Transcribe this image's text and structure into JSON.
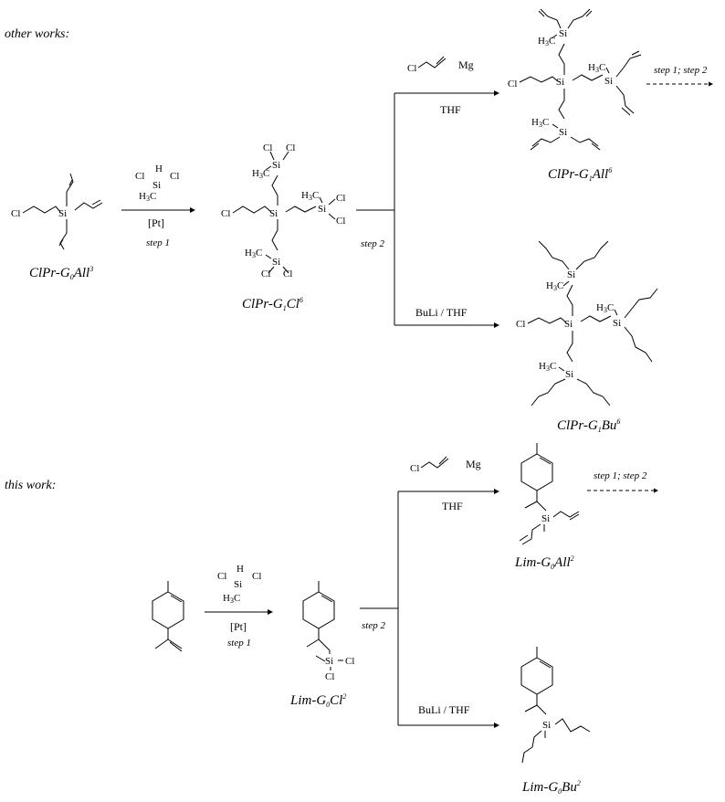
{
  "sections": {
    "other_works": "other works:",
    "this_work": "this work:"
  },
  "compounds": {
    "clpr_g0all3": {
      "main": "ClPr-G",
      "sub": "0",
      "tail": "All",
      "sup": "3"
    },
    "clpr_g1cl6": {
      "main": "ClPr-G",
      "sub": "1",
      "tail": "Cl",
      "sup": "6"
    },
    "clpr_g1all6": {
      "main": "ClPr-G",
      "sub": "1",
      "tail": "All",
      "sup": "6"
    },
    "clpr_g1bu6": {
      "main": "ClPr-G",
      "sub": "1",
      "tail": "Bu",
      "sup": "6"
    },
    "lim_g0all2": {
      "main": "Lim-G",
      "sub": "0",
      "tail": "All",
      "sup": "2"
    },
    "lim_g0cl2": {
      "main": "Lim-G",
      "sub": "0",
      "tail": "Cl",
      "sup": "2"
    },
    "lim_g0bu2": {
      "main": "Lim-G",
      "sub": "0",
      "tail": "Bu",
      "sup": "2"
    }
  },
  "reagents": {
    "silane_h": "H",
    "silane_si": "Si",
    "silane_cl": "Cl",
    "silane_h3c": "H",
    "silane_h3c_sub": "3",
    "silane_h3c_c": "C",
    "catalyst": "[Pt]",
    "step1": "step 1",
    "step2": "step 2",
    "allyl_cl": "Cl",
    "mg": "Mg",
    "thf": "THF",
    "buli_thf": "BuLi / THF",
    "step12": "step 1; step 2"
  },
  "atoms": {
    "si": "Si",
    "cl": "Cl",
    "h3c_h": "H",
    "h3c_3": "3",
    "h3c_c": "C"
  }
}
